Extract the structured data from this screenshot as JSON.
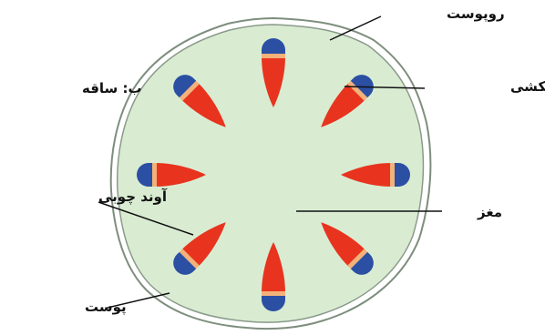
{
  "labels": {
    "epidermis": "روپوست",
    "phloem": "آوند آبکشی",
    "stem": "ب: ساقه",
    "pith": "مغز",
    "xylem": "آوند چوبی",
    "cortex": "پوست"
  },
  "colors": {
    "tissue": "#d9ecd2",
    "tissue_edge": "#8a9a8a",
    "bundle_red": "#e8341e",
    "bundle_blue": "#2b4fa3",
    "cambium_band": "#f2b27a",
    "line": "#111111"
  }
}
